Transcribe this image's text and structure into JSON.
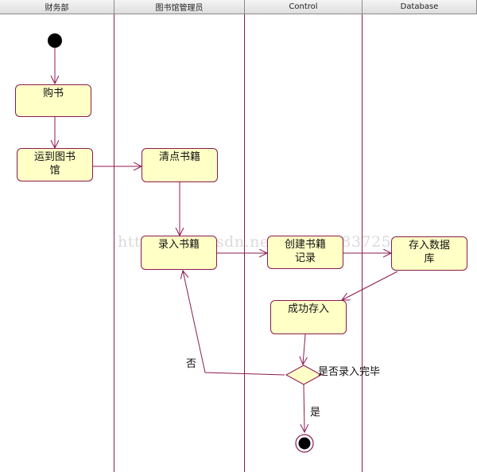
{
  "swimlanes": [
    {
      "label": "财务部"
    },
    {
      "label": "图书馆管理员"
    },
    {
      "label": "Control"
    },
    {
      "label": "Database"
    }
  ],
  "nodes": {
    "buy_books": {
      "label": "购书"
    },
    "deliver_line1": "运到图书",
    "deliver_line2": "馆",
    "count_books": {
      "label": "清点书籍"
    },
    "enter_books": {
      "label": "录入书籍"
    },
    "create_line1": "创建书籍",
    "create_line2": "记录",
    "store_line1": "存入数据",
    "store_line2": "库",
    "stored_ok": {
      "label": "成功存入"
    }
  },
  "decision": {
    "label": "是否录入完毕",
    "no_label": "否",
    "yes_label": "是"
  },
  "watermark": "http://blog.csdn.net/u0135583725",
  "colors": {
    "node_fill": "#ffffc6",
    "stroke": "#8b1a52",
    "header_bg": "#e8e8e8"
  }
}
